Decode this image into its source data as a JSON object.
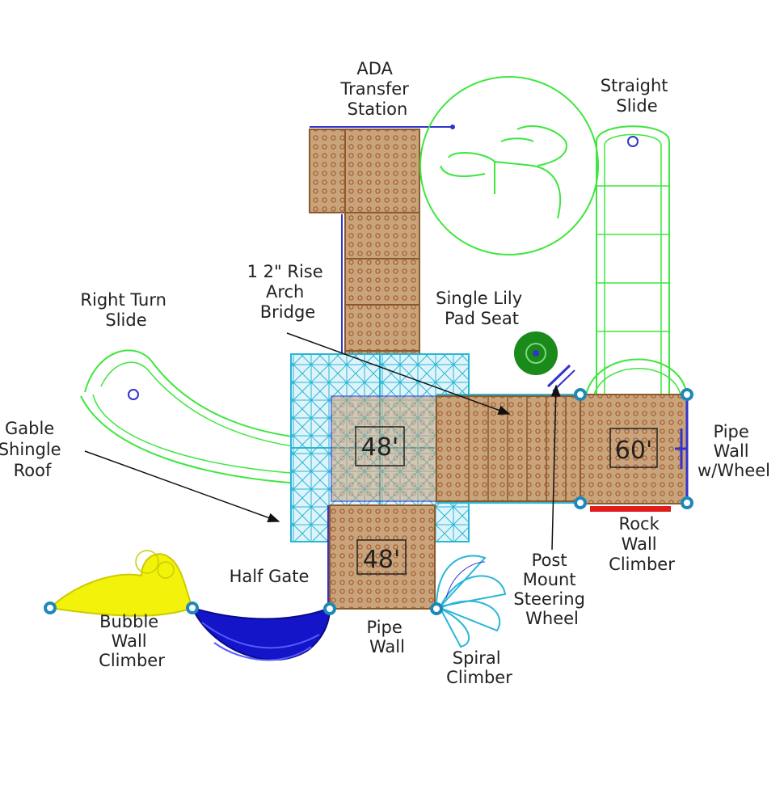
{
  "colors": {
    "deck_fill": "#c9a47a",
    "deck_stroke": "#8b5a2b",
    "deck_hole": "#a0522d",
    "slide": "#3ee63e",
    "roof": "#29b6d6",
    "pipe": "#3333cc",
    "post": "#1e88b8",
    "bubble_climber": "#f2f20a",
    "blue_climber": "#1414c8",
    "rock_wall": "#e21b1b",
    "lily_pad": "#1a8a1a",
    "arrow": "#111111"
  },
  "labels": {
    "ada_transfer_station": [
      "ADA",
      "Transfer",
      "Station"
    ],
    "straight_slide": [
      "Straight",
      "Slide"
    ],
    "rise_arch_bridge": [
      "1 2\" Rise",
      "Arch",
      "Bridge"
    ],
    "single_lily_pad_seat": [
      "Single Lily",
      "Pad Seat"
    ],
    "right_turn_slide": [
      "Right Turn",
      "Slide"
    ],
    "gable_shingle_roof": [
      "Gable",
      "Shingle",
      "Roof"
    ],
    "pipe_wall_wheel": [
      "Pipe",
      "Wall",
      "w/Wheel"
    ],
    "rock_wall_climber": [
      "Rock",
      "Wall",
      "Climber"
    ],
    "post_mount_steering_wheel": [
      "Post",
      "Mount",
      "Steering",
      "Wheel"
    ],
    "half_gate": [
      "Half Gate"
    ],
    "bubble_wall_climber": [
      "Bubble",
      "Wall",
      "Climber"
    ],
    "pipe_wall": [
      "Pipe",
      "Wall"
    ],
    "spiral_climber": [
      "Spiral",
      "Climber"
    ]
  },
  "deck_heights": {
    "upper_left": "48'",
    "lower": "48'",
    "right": "60'"
  },
  "icons": {
    "wheelchair": "wheelchair-accessibility-icon"
  }
}
